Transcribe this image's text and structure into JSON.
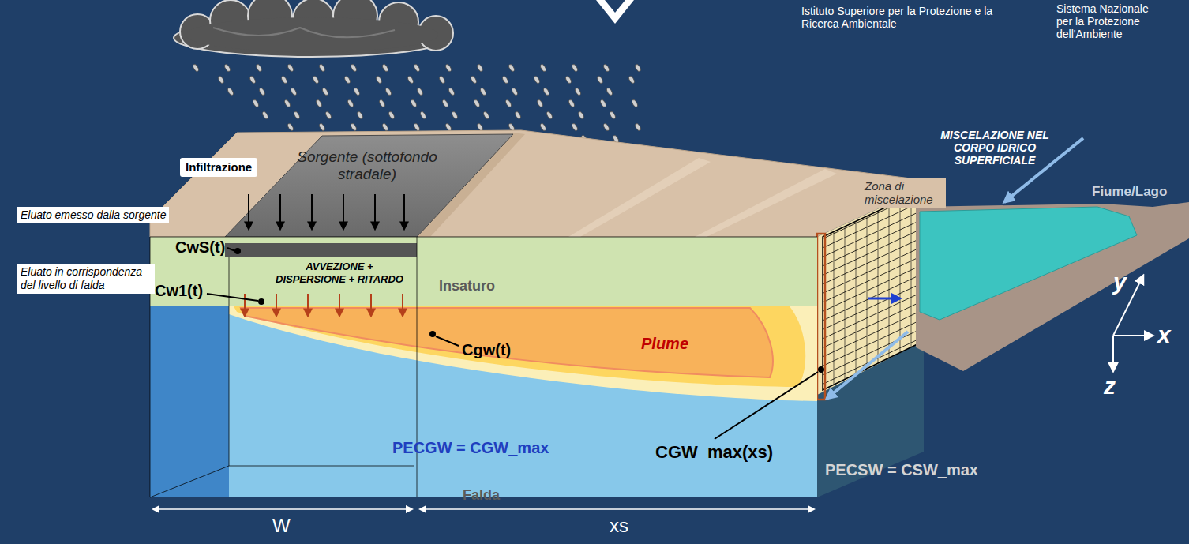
{
  "diagram": {
    "nodes": [
      {
        "text": [
          "Infiltrazione"
        ]
      },
      {
        "text": [
          "Eluato emesso dalla sorgente"
        ]
      },
      {
        "text": [
          "Eluato in corrispondenza del livello di falda"
        ]
      }
    ],
    "labels": [
      "Istituto Superiore per la Protezione e la Ricerca Ambientale",
      "Sistema Nazionale per la Protezione dell'Ambiente",
      "Sorgente (sottofondo stradale)",
      "CwS(t)",
      "Cw1(t)",
      "AVVEZIONE + DISPERSIONE + RITARDO",
      "Insaturo",
      "Cgw(t)",
      "Plume",
      "Zona di miscelazione",
      "MISCELAZIONE NEL CORPO IDRICO SUPERFICIALE",
      "Fiume/Lago",
      "CGW_max(xs)",
      "PECGW = CGW_max",
      "PECSW = CSW_max",
      "Falda",
      "y",
      "x",
      "z",
      "W",
      "xs"
    ]
  }
}
